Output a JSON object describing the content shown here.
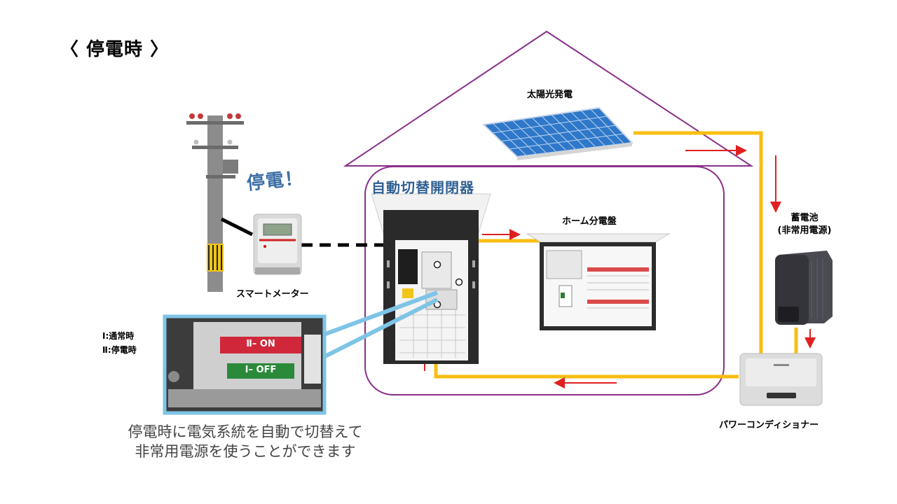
{
  "title": "〈 停電時 〉",
  "labels": {
    "solar": "太陽光発電",
    "battery_line1": "蓄電池",
    "battery_line2": "(非常用電源)",
    "home_panel": "ホーム分電盤",
    "smart_meter": "スマートメーター",
    "power_conditioner": "パワーコンディショナー",
    "auto_switch": "自動切替開閉器",
    "outage_callout": "停電！"
  },
  "legend": {
    "normal": "Ⅰ:通常時",
    "outage": "Ⅱ:停電時"
  },
  "switch_closeup": {
    "top_label": "Ⅱ– ON",
    "bottom_label": "Ⅰ– OFF"
  },
  "caption": {
    "line1": "停電時に電気系統を自動で切替えて",
    "line2": "非常用電源を使うことができます"
  },
  "colors": {
    "power_line": "#f9bd12",
    "flow_arrow": "#e02020",
    "house_outline": "#8a2f8a",
    "callout_blue": "#3d6fa5",
    "closeup_frame": "#7ec4e6"
  }
}
